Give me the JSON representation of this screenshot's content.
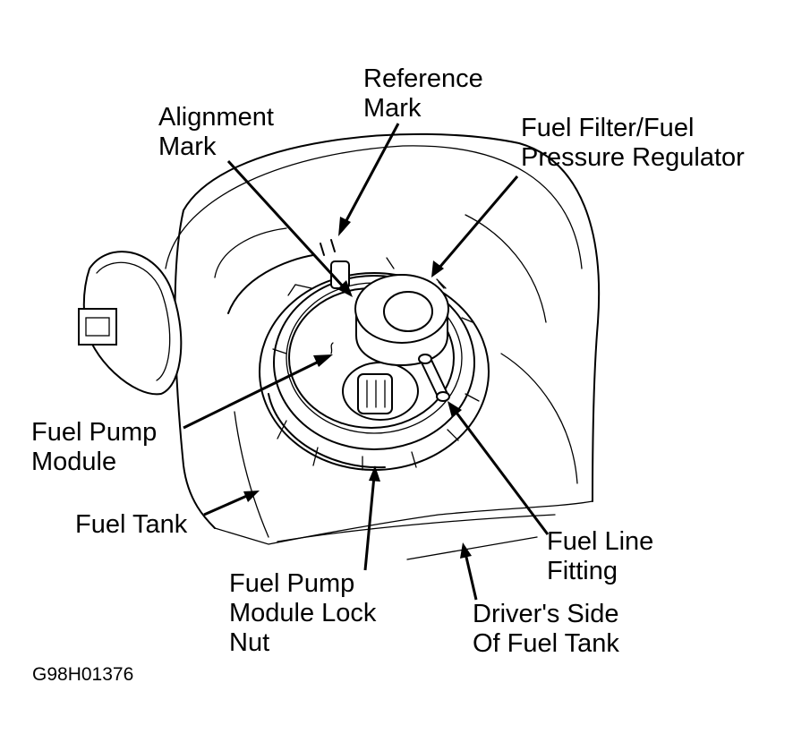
{
  "labels": {
    "reference_mark": [
      "Reference",
      "Mark"
    ],
    "alignment_mark": [
      "Alignment",
      "Mark"
    ],
    "fuel_filter_regulator": [
      "Fuel Filter/Fuel",
      "Pressure Regulator"
    ],
    "fuel_pump_module": [
      "Fuel Pump",
      "Module"
    ],
    "fuel_tank": [
      "Fuel Tank"
    ],
    "fuel_line_fitting": [
      "Fuel Line",
      "Fitting"
    ],
    "lock_nut": [
      "Fuel Pump",
      "Module Lock",
      "Nut"
    ],
    "drivers_side": [
      "Driver's Side",
      "Of Fuel Tank"
    ]
  },
  "figure_code": "G98H01376"
}
